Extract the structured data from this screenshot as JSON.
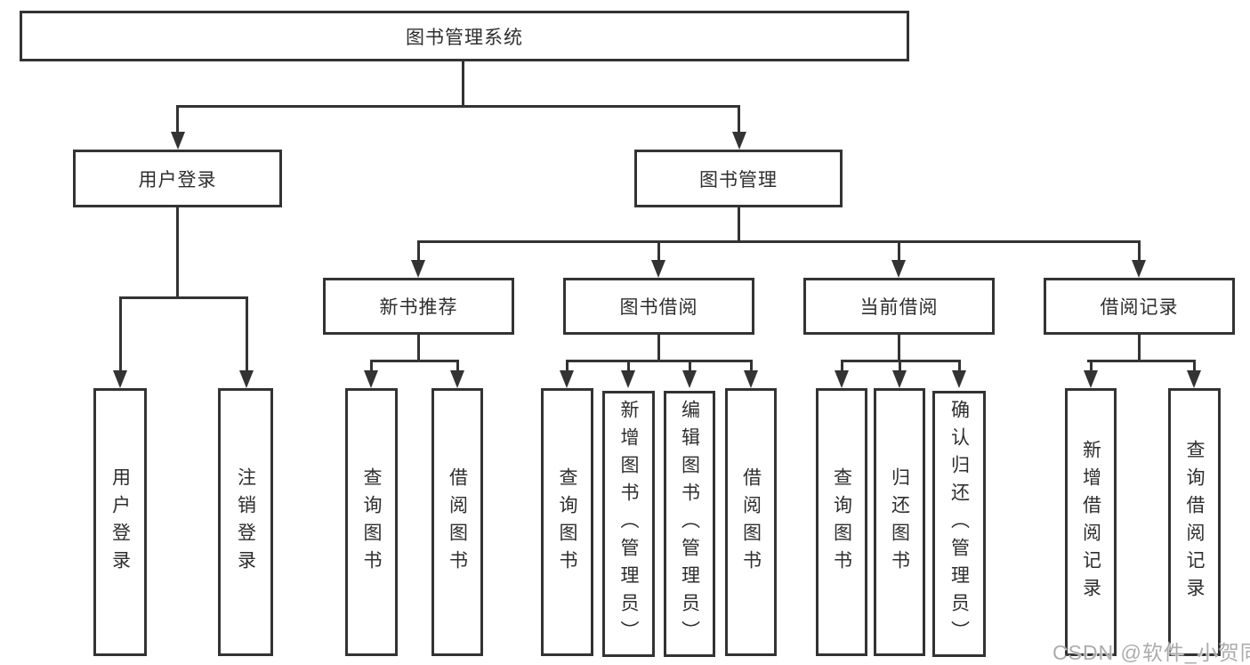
{
  "tree": {
    "root": {
      "label": "图书管理系统"
    },
    "branches": [
      {
        "label": "用户登录",
        "leaves": [
          {
            "label": "用户登录"
          },
          {
            "label": "注销登录"
          }
        ]
      },
      {
        "label": "图书管理",
        "groups": [
          {
            "label": "新书推荐",
            "leaves": [
              {
                "label": "查询图书"
              },
              {
                "label": "借阅图书"
              }
            ]
          },
          {
            "label": "图书借阅",
            "leaves": [
              {
                "label": "查询图书"
              },
              {
                "label": "新增图书（管理员）"
              },
              {
                "label": "编辑图书（管理员）"
              },
              {
                "label": "借阅图书"
              }
            ]
          },
          {
            "label": "当前借阅",
            "leaves": [
              {
                "label": "查询图书"
              },
              {
                "label": "归还图书"
              },
              {
                "label": "确认归还（管理员）"
              }
            ]
          },
          {
            "label": "借阅记录",
            "leaves": [
              {
                "label": "新增借阅记录"
              },
              {
                "label": "查询借阅记录"
              }
            ]
          }
        ]
      }
    ]
  },
  "watermark": {
    "text": "CSDN @软件_小贺同学"
  },
  "colors": {
    "line": "#333333",
    "box_border": "#333333",
    "box_fill": "#ffffff",
    "text": "#2e2e2e",
    "watermark": "#a5a5a5",
    "background": "#ffffff"
  }
}
